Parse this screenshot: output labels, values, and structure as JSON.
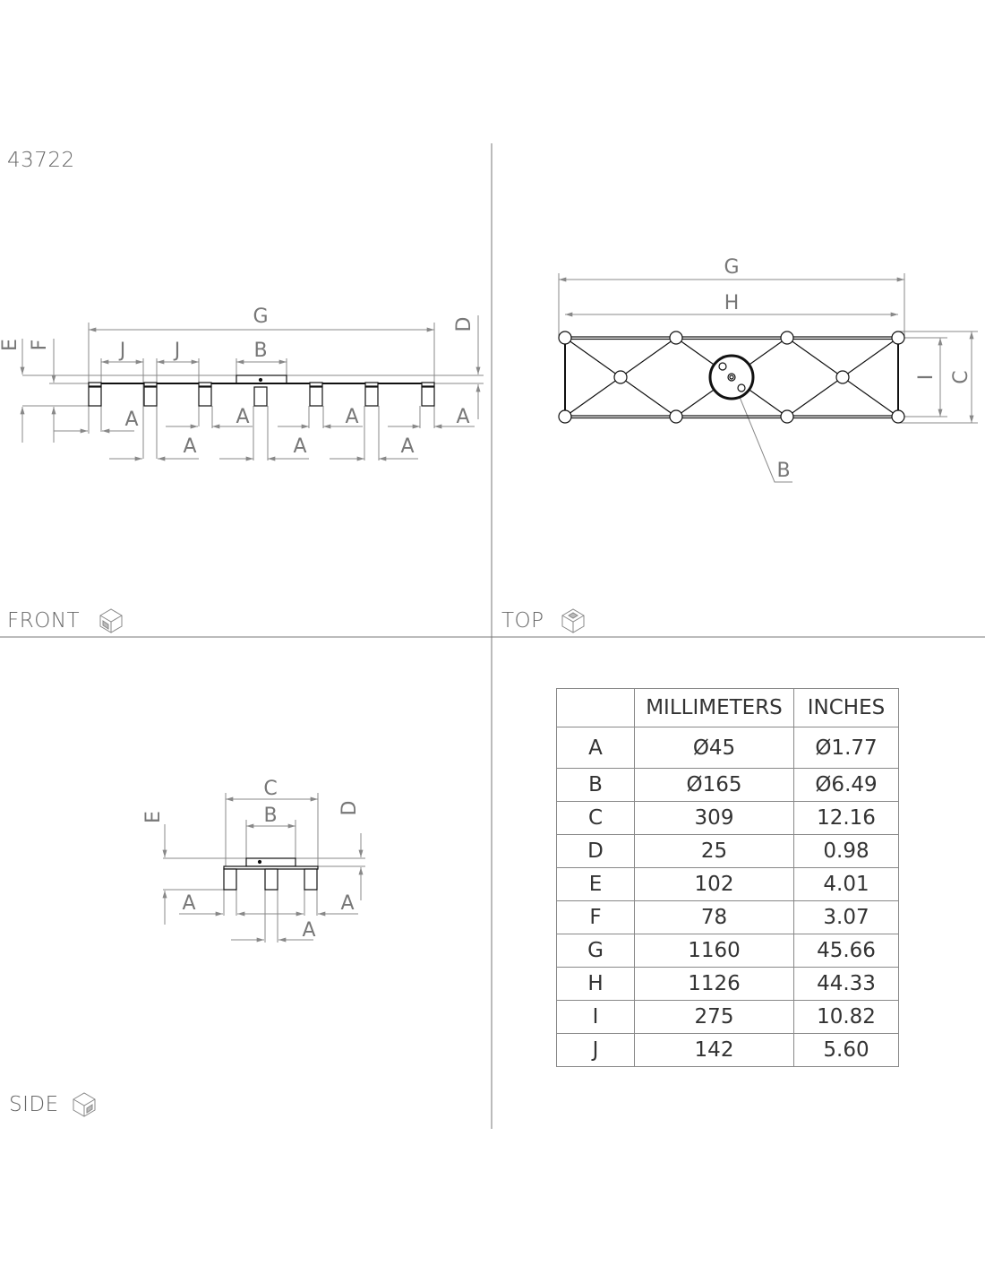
{
  "title": "43722",
  "views": {
    "front": "FRONT",
    "top": "TOP",
    "side": "SIDE"
  },
  "front_dims": {
    "G": "G",
    "D": "D",
    "E": "E",
    "F": "F",
    "J1": "J",
    "J2": "J",
    "B": "B",
    "A": "A"
  },
  "top_dims": {
    "G": "G",
    "H": "H",
    "I": "I",
    "C": "C",
    "B": "B"
  },
  "side_dims": {
    "C": "C",
    "B": "B",
    "E": "E",
    "D": "D",
    "A": "A"
  },
  "table": {
    "headers": [
      "",
      "MILLIMETERS",
      "INCHES"
    ],
    "rows": [
      [
        "A",
        "Ø45",
        "Ø1.77"
      ],
      [
        "B",
        "Ø165",
        "Ø6.49"
      ],
      [
        "C",
        "309",
        "12.16"
      ],
      [
        "D",
        "25",
        "0.98"
      ],
      [
        "E",
        "102",
        "4.01"
      ],
      [
        "F",
        "78",
        "3.07"
      ],
      [
        "G",
        "1160",
        "45.66"
      ],
      [
        "H",
        "1126",
        "44.33"
      ],
      [
        "I",
        "275",
        "10.82"
      ],
      [
        "J",
        "142",
        "5.60"
      ]
    ]
  }
}
